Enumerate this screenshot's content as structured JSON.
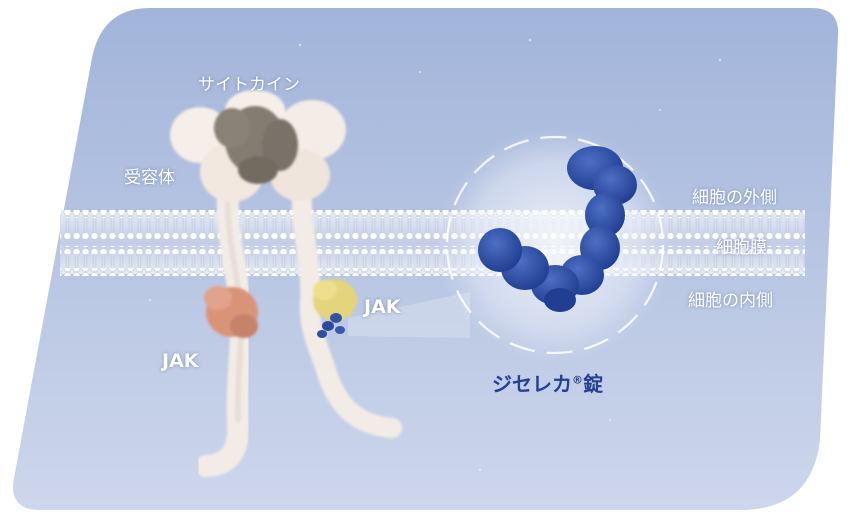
{
  "labels": {
    "cytokine": "サイトカイン",
    "receptor": "受容体",
    "jak_left": "JAK",
    "jak_right": "JAK",
    "outside_cell": "細胞の外側",
    "membrane": "細胞膜",
    "inside_cell": "細胞の内側",
    "drug_name": "ジセレカ",
    "drug_mark": "®",
    "drug_suffix": "錠"
  },
  "colors": {
    "background_top": "#a9b9dc",
    "background_bottom": "#c9d3ea",
    "drug_molecule": "#2f4fa3",
    "drug_text": "#243f93",
    "cytokine": "#7f776d",
    "receptor": "#f4ebe4",
    "jak_left": "#d99478",
    "jak_right": "#e2d27a"
  }
}
